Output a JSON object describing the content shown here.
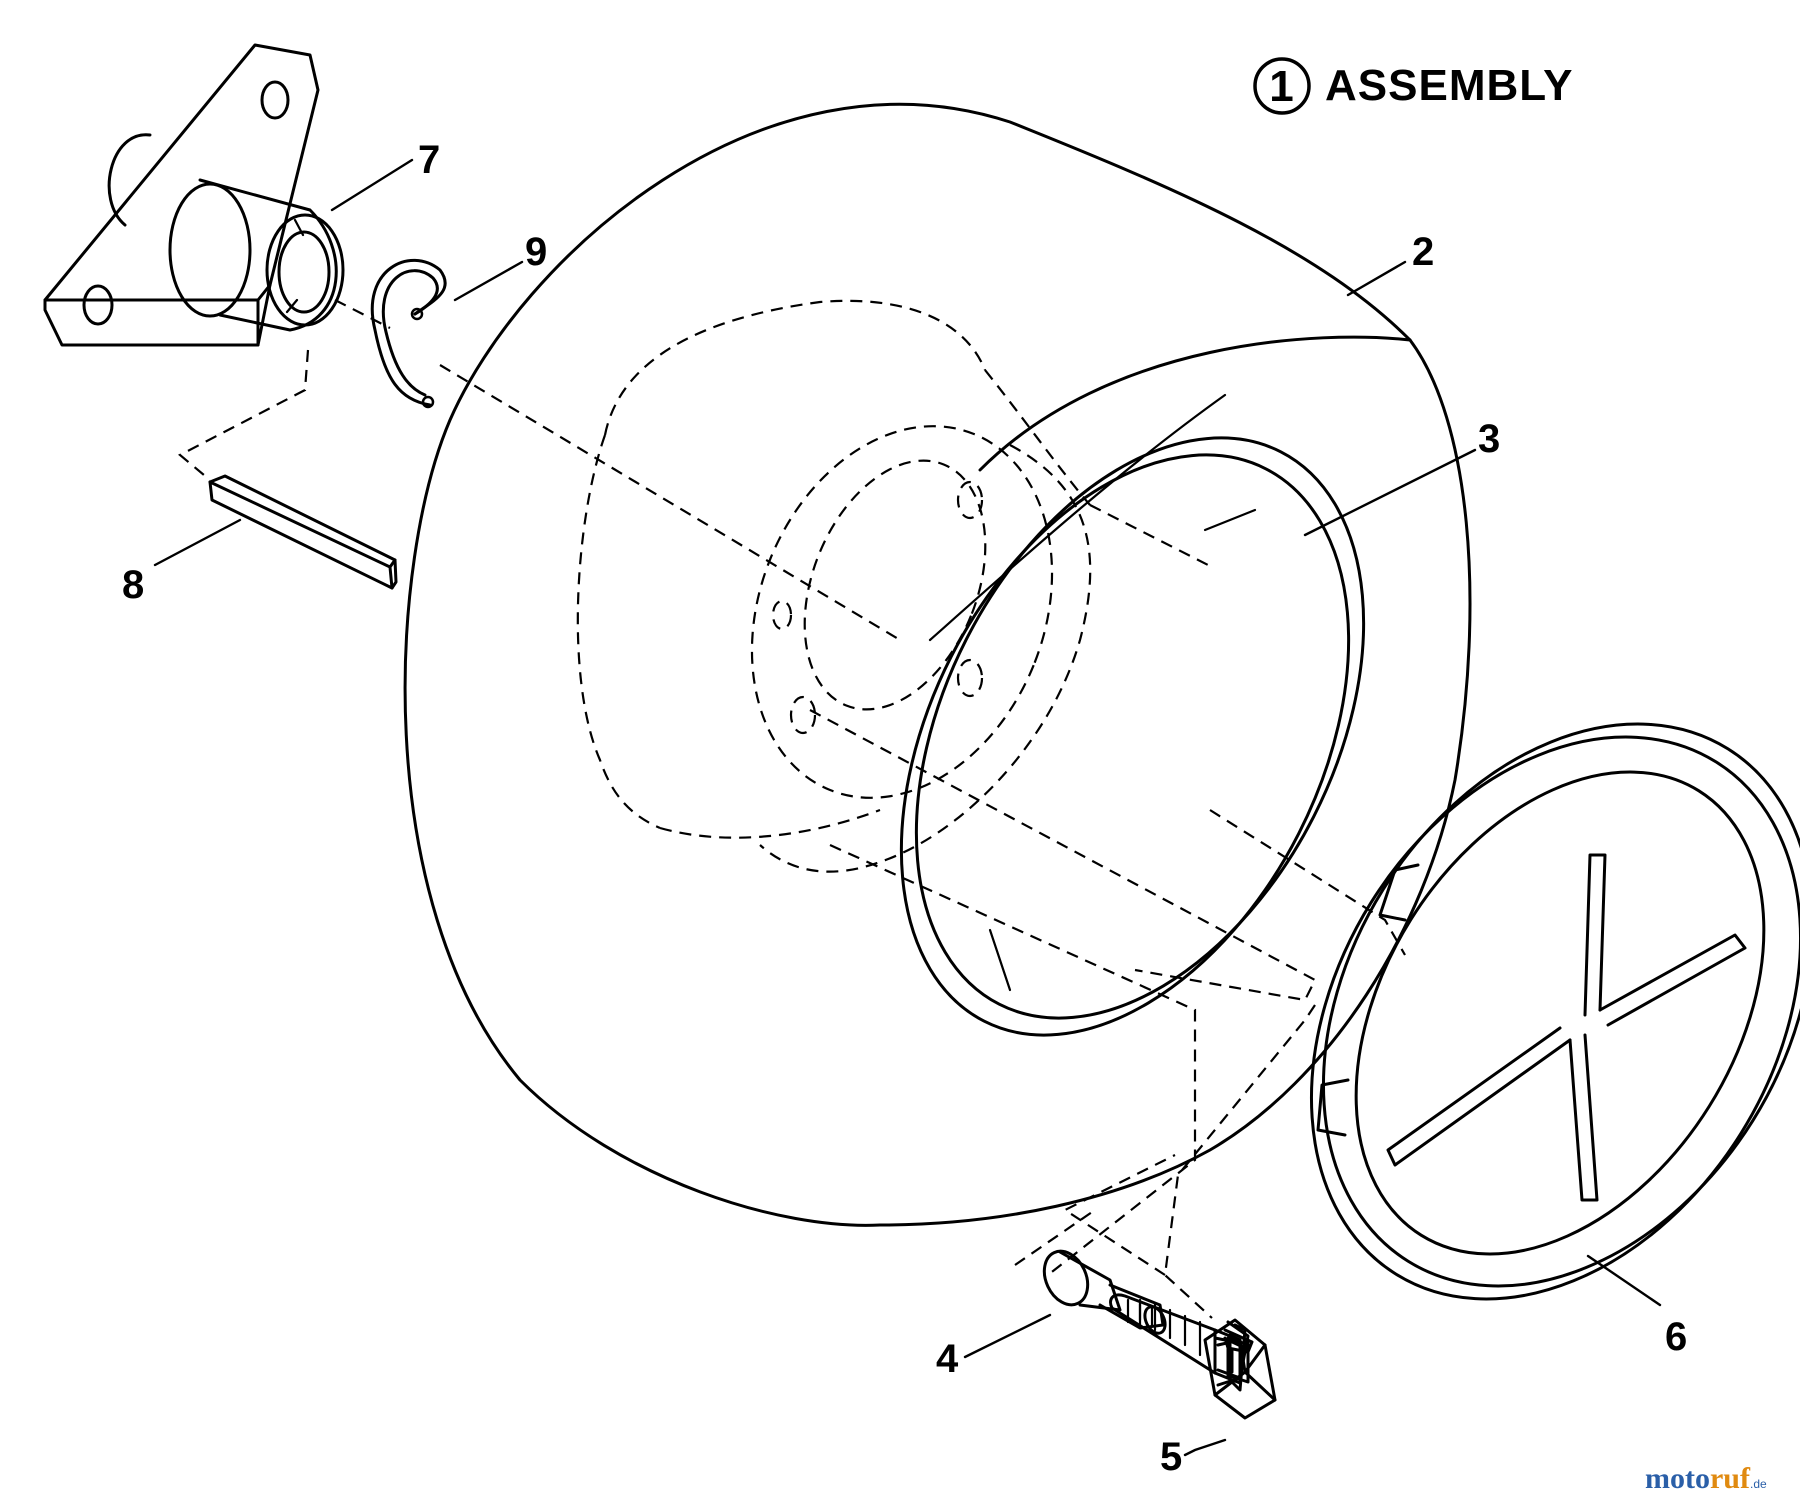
{
  "title": {
    "circle_number": "1",
    "label": "ASSEMBLY"
  },
  "callouts": {
    "c2": "2",
    "c3": "3",
    "c4": "4",
    "c5": "5",
    "c6": "6",
    "c7": "7",
    "c8": "8",
    "c9": "9"
  },
  "watermark": {
    "part_a": "moto",
    "part_b": "ruf",
    "part_c": ".de"
  }
}
